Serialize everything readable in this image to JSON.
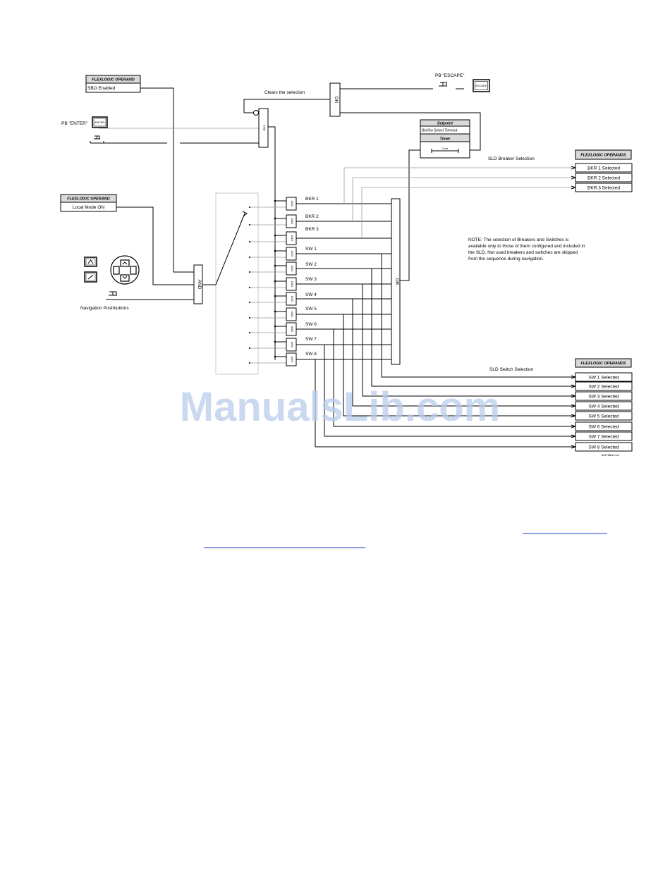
{
  "operands": {
    "sbo_header": "FLEXLOGIC OPERAND",
    "sbo_enabled": "SBO Enabled",
    "local_header": "FLEXLOGIC OPERAND",
    "local_mode": "Local Mode ON"
  },
  "pushbuttons": {
    "enter_label": "PB \"ENTER\"",
    "enter_key": "ENTER",
    "escape_label": "PB \"ESCAPE\"",
    "escape_key": "ESCAPE",
    "nav_label": "Navigation Pushbuttons"
  },
  "clears_label": "Clears the  selection",
  "gates": {
    "and": "AND",
    "or": "OR"
  },
  "setpoint": {
    "header": "Setpoint",
    "name": "Bkr/Sw Select Timeout",
    "timer": "Timer",
    "timer_value": "0  ms"
  },
  "breaker": {
    "caption": "SLD Breaker Selection",
    "header": "FLEXLOGIC OPERANDS",
    "inputs": [
      "BKR 1",
      "BKR 2",
      "BKR 3"
    ],
    "outputs": [
      "BKR 1 Selected",
      "BKR 2 Selected",
      "BKR 3 Selected"
    ]
  },
  "switch": {
    "caption": "SLD Switch Selection",
    "header": "FLEXLOGIC OPERANDS",
    "inputs": [
      "SW 1",
      "SW 2",
      "SW 3",
      "SW 4",
      "SW 5",
      "SW 6",
      "SW 7",
      "SW 8"
    ],
    "outputs": [
      "SW 1 Selected",
      "SW 2 Selected",
      "SW 3 Selected",
      "SW 4 Selected",
      "SW 5 Selected",
      "SW 6 Selected",
      "SW 7 Selected",
      "SW 8 Selected"
    ]
  },
  "note": [
    "NOTE: The selection of Breakers and Switches is",
    "available only to those of them configured and included in",
    "the SLD. Not used breakers and switches are skipped",
    "from the sequence during navigation."
  ],
  "drawing_id": "842788A1.cdr",
  "watermark": "ManualsLib.com",
  "colors": {
    "line": "#000000",
    "grey_line": "#9a9a9a",
    "header_fill": "#d9d9d9",
    "link": "#1a3fcc",
    "watermark": "#b9cdea"
  }
}
